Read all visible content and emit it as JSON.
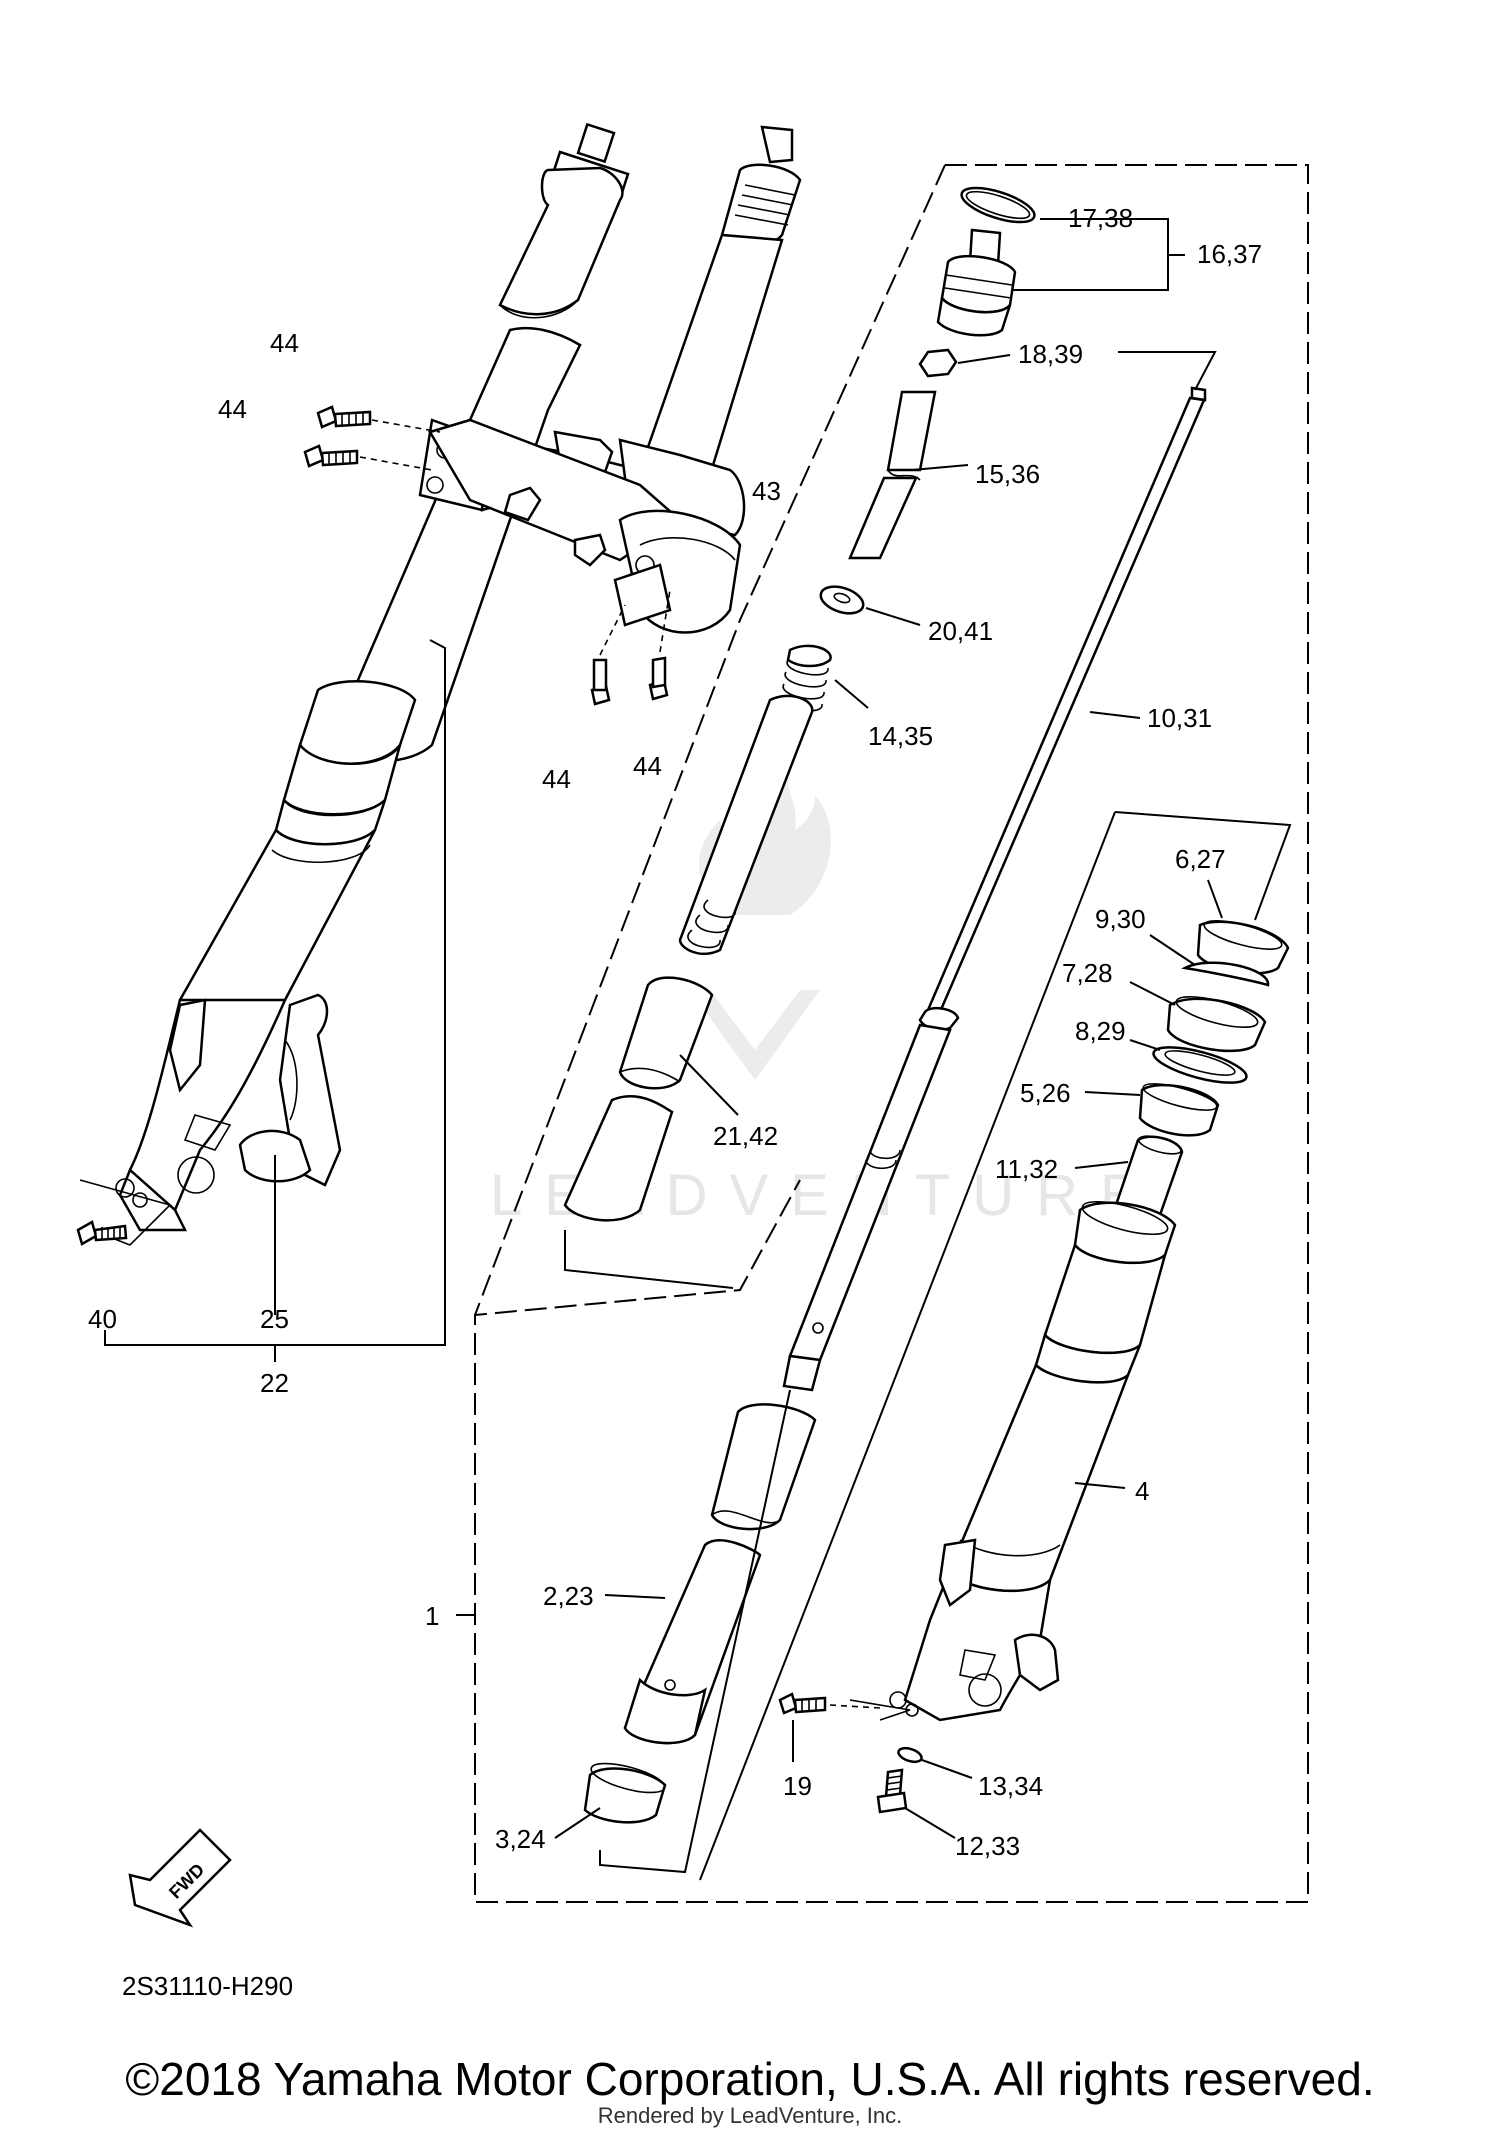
{
  "diagram": {
    "code": "2S31110-H290",
    "fwd_label": "FWD",
    "watermark": "LEADVENTURE",
    "callouts": {
      "c_1": "1",
      "c_2_23": "2,23",
      "c_3_24": "3,24",
      "c_4": "4",
      "c_5_26": "5,26",
      "c_6_27": "6,27",
      "c_7_28": "7,28",
      "c_8_29": "8,29",
      "c_9_30": "9,30",
      "c_10_31": "10,31",
      "c_11_32": "11,32",
      "c_12_33": "12,33",
      "c_13_34": "13,34",
      "c_14_35": "14,35",
      "c_15_36": "15,36",
      "c_16_37": "16,37",
      "c_17_38": "17,38",
      "c_18_39": "18,39",
      "c_19": "19",
      "c_20_41": "20,41",
      "c_21_42": "21,42",
      "c_22": "22",
      "c_25": "25",
      "c_40": "40",
      "c_43": "43",
      "c_44_a": "44",
      "c_44_b": "44",
      "c_44_c": "44",
      "c_44_d": "44"
    }
  },
  "footer": {
    "copyright": "©2018 Yamaha Motor Corporation, U.S.A. All rights reserved.",
    "rendered_by": "Rendered by LeadVenture, Inc."
  }
}
